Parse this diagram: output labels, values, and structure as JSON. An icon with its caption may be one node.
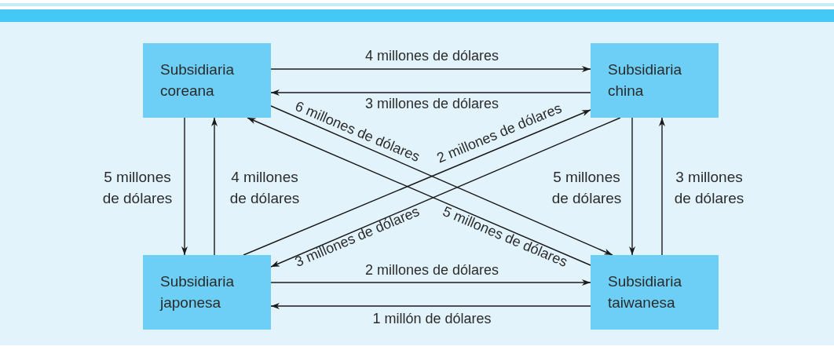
{
  "diagram": {
    "nodes": [
      {
        "text": [
          "Subsidiaria coreana"
        ]
      },
      {
        "text": [
          "Subsidiaria china"
        ]
      },
      {
        "text": [
          "Subsidiaria japonesa"
        ]
      },
      {
        "text": [
          "Subsidiaria taiwanesa"
        ]
      }
    ],
    "edges": [
      {
        "from": 0,
        "to": 1,
        "arrow": "to",
        "label": "4 millones de dólares"
      },
      {
        "from": 1,
        "to": 0,
        "arrow": "to",
        "label": "3 millones de dólares"
      },
      {
        "from": 0,
        "to": 2,
        "arrow": "to",
        "label": "5 millones de dólares"
      },
      {
        "from": 2,
        "to": 0,
        "arrow": "to",
        "label": "4 millones de dólares"
      },
      {
        "from": 1,
        "to": 3,
        "arrow": "to",
        "label": "5 millones de dólares"
      },
      {
        "from": 3,
        "to": 1,
        "arrow": "to",
        "label": "3 millones de dólares"
      },
      {
        "from": 2,
        "to": 3,
        "arrow": "to",
        "label": "2 millones de dólares"
      },
      {
        "from": 3,
        "to": 2,
        "arrow": "to",
        "label": "1 millón de dólares"
      },
      {
        "from": 0,
        "to": 3,
        "arrow": "to",
        "label": "6 millones de dólares"
      },
      {
        "from": 3,
        "to": 0,
        "arrow": "to",
        "label": "5 millones de dólares"
      },
      {
        "from": 2,
        "to": 1,
        "arrow": "to",
        "label": "2 millones de dólares"
      },
      {
        "from": 1,
        "to": 2,
        "arrow": "to",
        "label": "3 millones de dólares"
      }
    ]
  }
}
